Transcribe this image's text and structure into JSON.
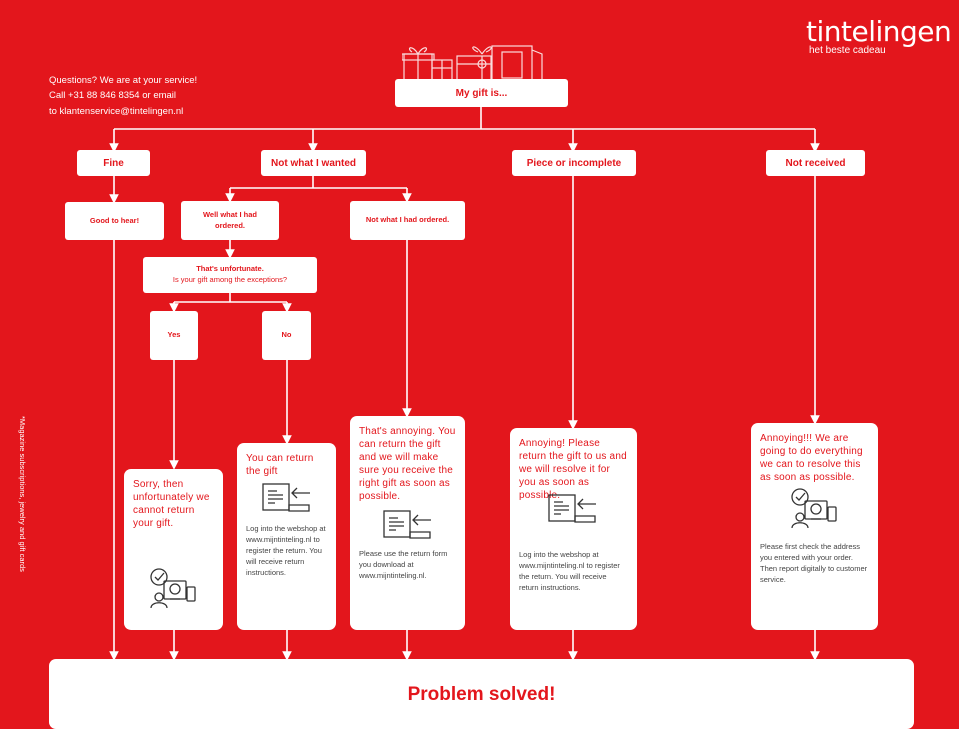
{
  "logo": {
    "name": "tintelingen",
    "tagline": "het beste cadeau"
  },
  "contact": {
    "line1": "Questions? We are at your service!",
    "line2": "Call +31 88 846 8354 or email",
    "line3": "to klantenservice@tintelingen.nl"
  },
  "side_note": "*Magazine subscriptions, jewelry and gift cards",
  "root": "My gift is...",
  "categories": {
    "fine": "Fine",
    "not_wanted": "Not what I wanted",
    "incomplete": "Piece or incomplete",
    "not_received": "Not received"
  },
  "branches": {
    "good": "Good to hear!",
    "what_ordered": "Well what I had ordered.",
    "not_ordered": "Not what I had ordered."
  },
  "exception": {
    "title": "That's unfortunate.",
    "question": "Is your gift among the exceptions?"
  },
  "answers": {
    "yes": "Yes",
    "no": "No"
  },
  "cards": {
    "sorry": {
      "head": "Sorry, then unfortunately we cannot return your gift."
    },
    "return": {
      "head": "You can return the gift",
      "body": "Log into the webshop at www.mijntinteling.nl to register the return. You will receive return instructions."
    },
    "annoying": {
      "head": "That's annoying. You can return the gift and we will make sure you receive the right gift as soon as possible.",
      "body": "Please use the return form you download at www.mijntinteling.nl."
    },
    "annoying_return": {
      "head": "Annoying! Please return the gift to us and we will resolve it for you as soon as possible.",
      "body": "Log into the webshop at www.mijntinteling.nl to register the return. You will receive return instructions."
    },
    "annoying_resolve": {
      "head": "Annoying!!! We are going to do everything we can to resolve this as soon as possible.",
      "body": "Please first check the address you entered with your order. Then report digitally to customer service."
    }
  },
  "footer": "Problem solved!",
  "colors": {
    "brand_red": "#e3161c",
    "white": "#ffffff"
  },
  "icons": [
    "gifts-illustration",
    "return-form-icon",
    "customer-service-icon"
  ]
}
